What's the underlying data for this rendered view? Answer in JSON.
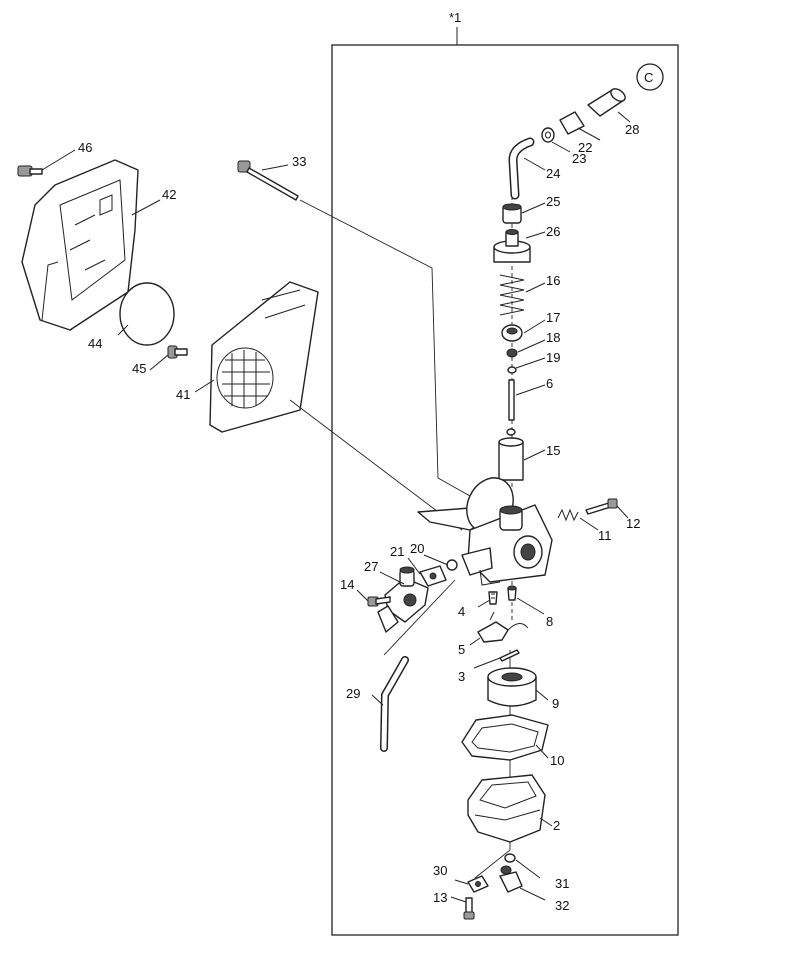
{
  "assembly_marker": "*1",
  "reference_marker": "C",
  "parts": [
    {
      "num": "2"
    },
    {
      "num": "3"
    },
    {
      "num": "4"
    },
    {
      "num": "5"
    },
    {
      "num": "6"
    },
    {
      "num": "8"
    },
    {
      "num": "9"
    },
    {
      "num": "10"
    },
    {
      "num": "11"
    },
    {
      "num": "12"
    },
    {
      "num": "13"
    },
    {
      "num": "14"
    },
    {
      "num": "15"
    },
    {
      "num": "16"
    },
    {
      "num": "17"
    },
    {
      "num": "18"
    },
    {
      "num": "19"
    },
    {
      "num": "20"
    },
    {
      "num": "21"
    },
    {
      "num": "22"
    },
    {
      "num": "23"
    },
    {
      "num": "24"
    },
    {
      "num": "25"
    },
    {
      "num": "26"
    },
    {
      "num": "27"
    },
    {
      "num": "28"
    },
    {
      "num": "29"
    },
    {
      "num": "30"
    },
    {
      "num": "31"
    },
    {
      "num": "32"
    },
    {
      "num": "33"
    },
    {
      "num": "41"
    },
    {
      "num": "42"
    },
    {
      "num": "44"
    },
    {
      "num": "45"
    },
    {
      "num": "46"
    }
  ]
}
